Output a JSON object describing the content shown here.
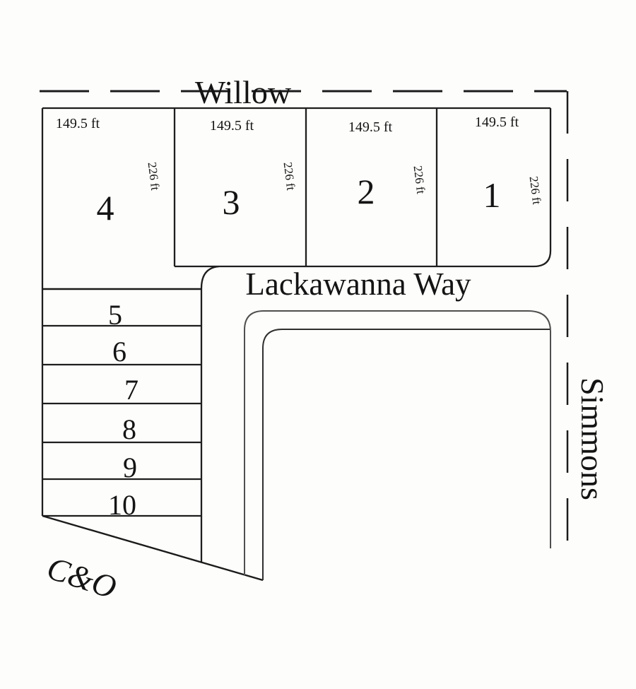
{
  "map": {
    "streets": {
      "top": "Willow",
      "middle": "Lackawanna Way",
      "right": "Simmons",
      "railroad": "C&O"
    },
    "top_lots": [
      {
        "number": "4",
        "frontage": "149.5 ft",
        "depth": "226 ft"
      },
      {
        "number": "3",
        "frontage": "149.5 ft",
        "depth": "226 ft"
      },
      {
        "number": "2",
        "frontage": "149.5 ft",
        "depth": "226 ft"
      },
      {
        "number": "1",
        "frontage": "149.5 ft",
        "depth": "226 ft"
      }
    ],
    "side_lots": [
      {
        "number": "5"
      },
      {
        "number": "6"
      },
      {
        "number": "7"
      },
      {
        "number": "8"
      },
      {
        "number": "9"
      },
      {
        "number": "10"
      }
    ],
    "colors": {
      "background": "#fdfdfb",
      "lot_line": "#1e1e1e",
      "street_line": "#4f4f4f",
      "text": "#141414"
    }
  }
}
